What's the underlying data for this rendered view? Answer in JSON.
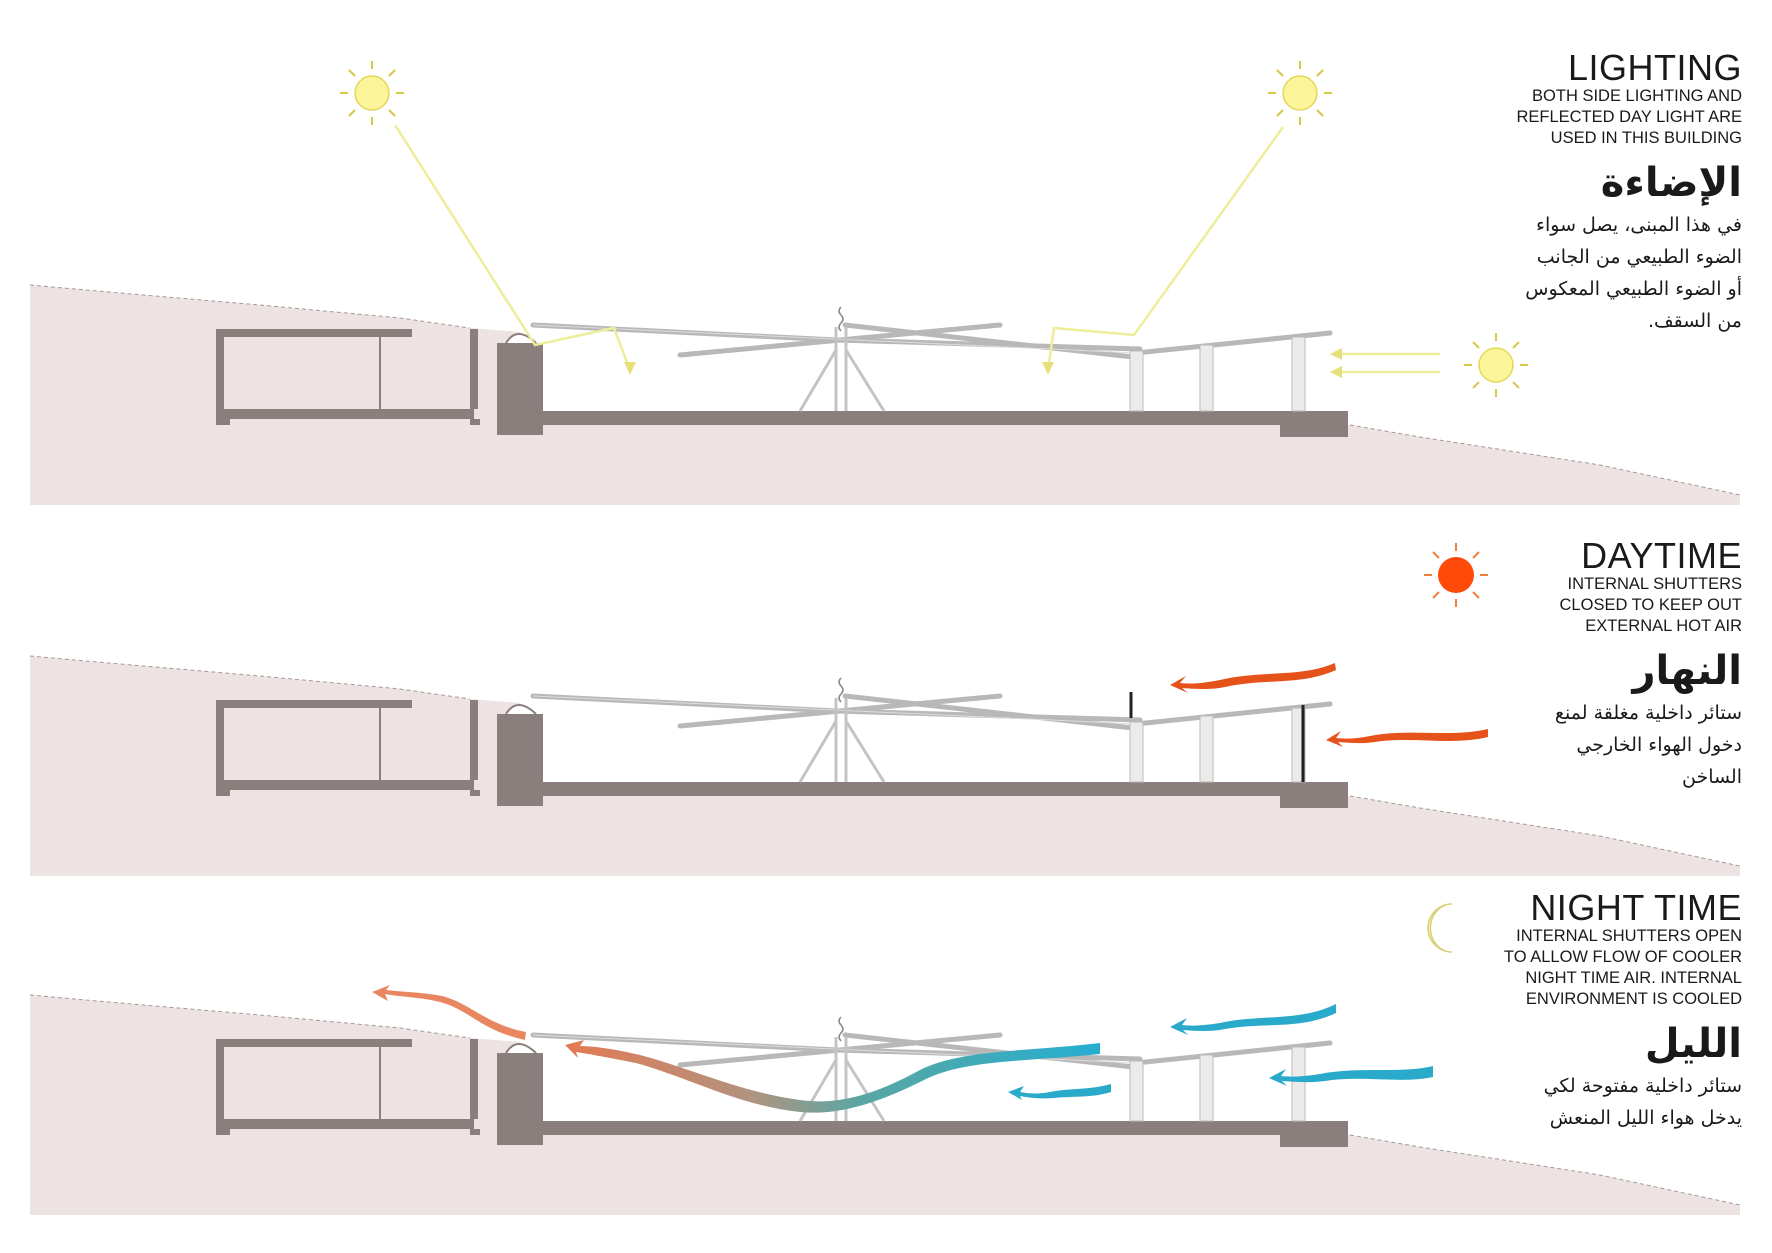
{
  "panels": [
    {
      "id": "lighting",
      "title": "LIGHTING",
      "subtitle_lines": [
        "BOTH SIDE LIGHTING AND",
        "REFLECTED DAY LIGHT ARE",
        "USED IN THIS  BUILDING"
      ],
      "arabic_title": "الإضاءة",
      "arabic_body": "في هذا المبنى، يصل سواء\nالضوء الطبيعي من الجانب\nأو الضوء الطبيعي المعكوس\nمن السقف."
    },
    {
      "id": "daytime",
      "title": "DAYTIME",
      "subtitle_lines": [
        "INTERNAL SHUTTERS",
        "CLOSED TO KEEP OUT",
        "EXTERNAL HOT AIR"
      ],
      "arabic_title": "النهار",
      "arabic_body": "ستائر داخلية مغلقة لمنع\nدخول الهواء الخارجي\nالساخن"
    },
    {
      "id": "nighttime",
      "title": "NIGHT TIME",
      "subtitle_lines": [
        "INTERNAL SHUTTERS OPEN",
        "TO ALLOW FLOW OF COOLER",
        "NIGHT TIME AIR. INTERNAL",
        "ENVIRONMENT IS COOLED"
      ],
      "arabic_title": "الليل",
      "arabic_body": "ستائر داخلية مفتوحة لكي\nيدخل هواء الليل المنعش"
    }
  ],
  "icons": {
    "sun": "sun-icon",
    "hot_sun": "hot-sun-icon",
    "moon": "crescent-moon-icon"
  },
  "colors": {
    "ground": "#ede3e3",
    "structure": "#8a7f7c",
    "sun": "#fbf49a",
    "light_ray": "#eded9a",
    "hot_sun": "#ff4a0a",
    "hot_air": "#e5521a",
    "warm_air": "#e8875f",
    "cool_air": "#29aacb"
  }
}
